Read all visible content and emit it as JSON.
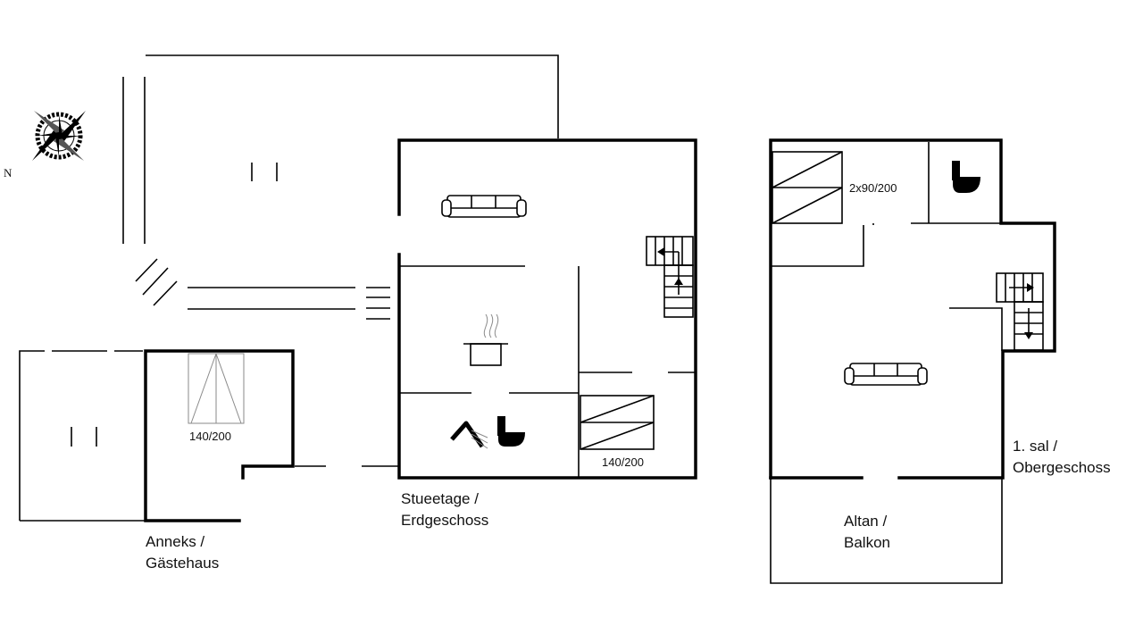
{
  "compass": {
    "north_letter": "N",
    "icon": "compass-rose-icon"
  },
  "floors": {
    "annex": {
      "line1": "Anneks /",
      "line2": "Gästehaus",
      "bed": "140/200"
    },
    "ground": {
      "line1": "Stueetage /",
      "line2": "Erdgeschoss",
      "bed": "140/200"
    },
    "upper": {
      "line1": "1. sal /",
      "line2": "Obergeschoss",
      "beds": "2x90/200"
    },
    "balcony": {
      "line1": "Altan /",
      "line2": "Balkon"
    }
  },
  "icons": [
    "sofa-icon",
    "cooking-pot-icon",
    "shower-icon",
    "toilet-icon",
    "staircase-icon",
    "bed-icon"
  ]
}
